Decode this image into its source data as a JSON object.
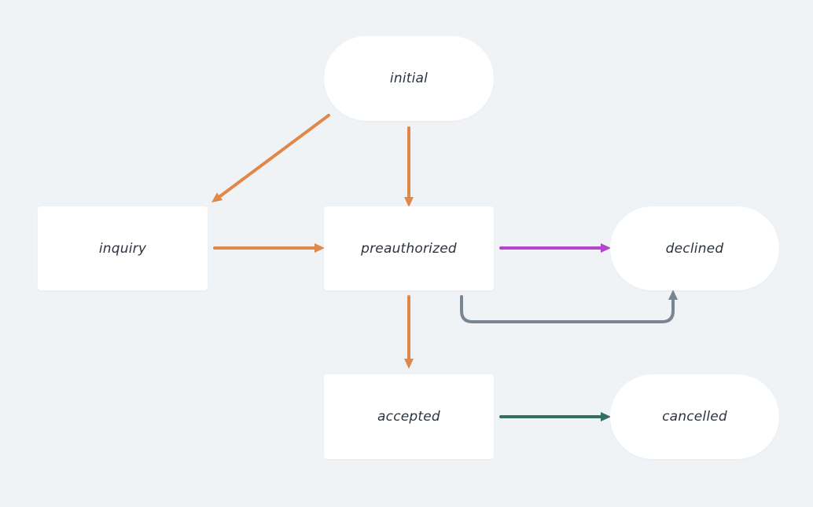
{
  "states": {
    "initial": "initial",
    "inquiry": "inquiry",
    "preauthorized": "preauthorized",
    "declined": "declined",
    "accepted": "accepted",
    "cancelled": "cancelled"
  },
  "colors": {
    "background": "#f0f3f6",
    "node_fill": "#ffffff",
    "label_text": "#2b3340",
    "transition_primary": "#e0884a",
    "transition_decline": "#b545cf",
    "transition_auto_decline": "#7a8593",
    "transition_cancel": "#33705f"
  },
  "transitions": [
    {
      "from": "initial",
      "to": "inquiry",
      "color": "#e0884a"
    },
    {
      "from": "initial",
      "to": "preauthorized",
      "color": "#e0884a"
    },
    {
      "from": "inquiry",
      "to": "preauthorized",
      "color": "#e0884a"
    },
    {
      "from": "preauthorized",
      "to": "declined",
      "color": "#b545cf"
    },
    {
      "from": "preauthorized",
      "to": "declined",
      "color": "#7a8593"
    },
    {
      "from": "preauthorized",
      "to": "accepted",
      "color": "#e0884a"
    },
    {
      "from": "accepted",
      "to": "cancelled",
      "color": "#33705f"
    }
  ]
}
